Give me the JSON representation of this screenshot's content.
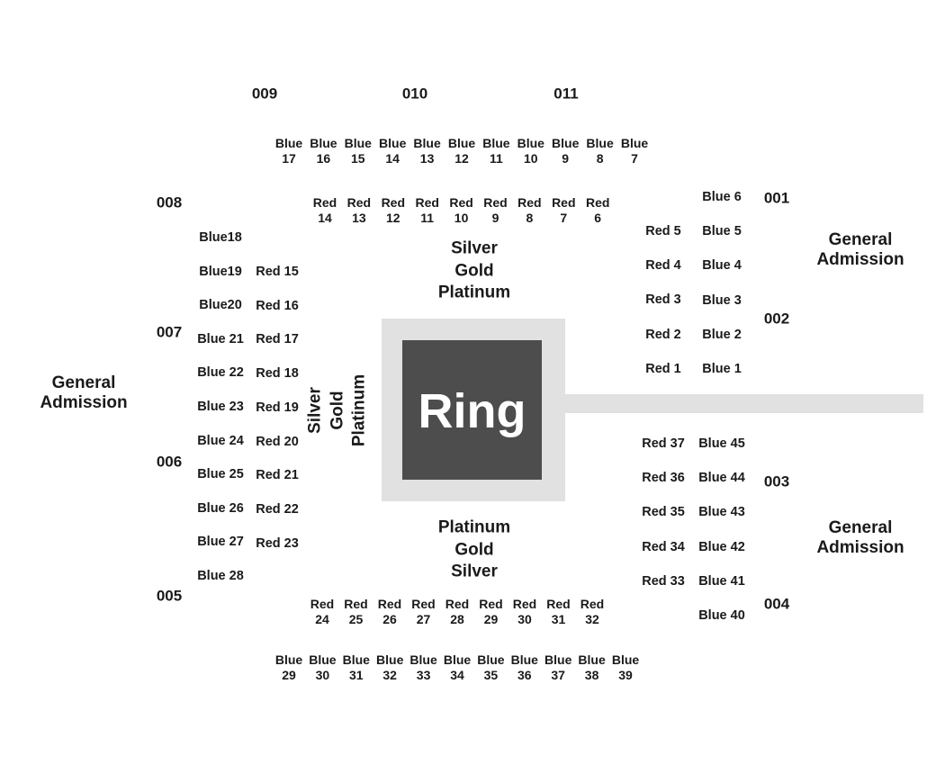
{
  "ring": {
    "label": "Ring"
  },
  "sections": {
    "s001": "001",
    "s002": "002",
    "s003": "003",
    "s004": "004",
    "s005": "005",
    "s006": "006",
    "s007": "007",
    "s008": "008",
    "s009": "009",
    "s010": "010",
    "s011": "011"
  },
  "general_admission": {
    "left": "General\nAdmission",
    "right_top": "General\nAdmission",
    "right_bottom": "General\nAdmission"
  },
  "tiers": {
    "north": "Silver\nGold\nPlatinum",
    "south": "Platinum\nGold\nSilver",
    "west": "Silver\nGold\nPlatinum"
  },
  "rows": {
    "top_blue": [
      "Blue\n17",
      "Blue\n16",
      "Blue\n15",
      "Blue\n14",
      "Blue\n13",
      "Blue\n12",
      "Blue\n11",
      "Blue\n10",
      "Blue\n9",
      "Blue\n8",
      "Blue\n7"
    ],
    "top_red": [
      "Red\n14",
      "Red\n13",
      "Red\n12",
      "Red\n11",
      "Red\n10",
      "Red\n9",
      "Red\n8",
      "Red\n7",
      "Red\n6"
    ],
    "bottom_red": [
      "Red\n24",
      "Red\n25",
      "Red\n26",
      "Red\n27",
      "Red\n28",
      "Red\n29",
      "Red\n30",
      "Red\n31",
      "Red\n32"
    ],
    "bottom_blue": [
      "Blue\n29",
      "Blue\n30",
      "Blue\n31",
      "Blue\n32",
      "Blue\n33",
      "Blue\n34",
      "Blue\n35",
      "Blue\n36",
      "Blue\n37",
      "Blue\n38",
      "Blue\n39"
    ],
    "left_blue": [
      "Blue18",
      "Blue19",
      "Blue20",
      "Blue 21",
      "Blue 22",
      "Blue 23",
      "Blue 24",
      "Blue 25",
      "Blue 26",
      "Blue 27",
      "Blue 28"
    ],
    "left_red": [
      "Red 15",
      "Red 16",
      "Red 17",
      "Red 18",
      "Red 19",
      "Red 20",
      "Red 21",
      "Red 22",
      "Red 23"
    ],
    "right_upper_red": [
      "Red 5",
      "Red 4",
      "Red 3",
      "Red 2",
      "Red 1"
    ],
    "right_upper_blue": [
      "Blue 6",
      "Blue 5",
      "Blue 4",
      "Blue 3",
      "Blue 2",
      "Blue 1"
    ],
    "right_lower_red": [
      "Red 37",
      "Red 36",
      "Red 35",
      "Red 34",
      "Red 33"
    ],
    "right_lower_blue": [
      "Blue 45",
      "Blue 44",
      "Blue 43",
      "Blue 42",
      "Blue 41",
      "Blue 40"
    ]
  },
  "colors": {
    "ring": "#4d4d4d",
    "apron": "#e1e1e1",
    "text": "#1a1a1a",
    "ring_text": "#ffffff"
  }
}
